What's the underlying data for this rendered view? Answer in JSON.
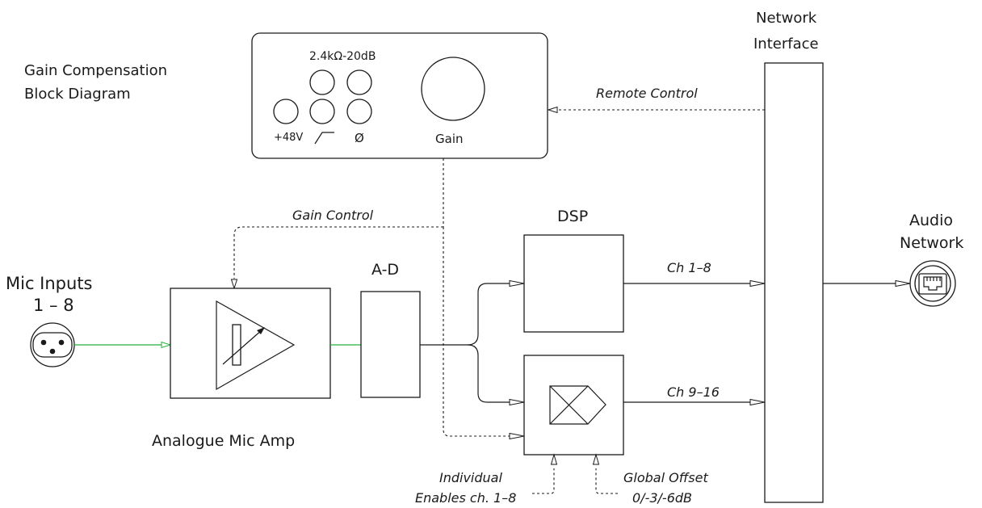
{
  "title": {
    "line1": "Gain  Compensation",
    "line2": "Block Diagram"
  },
  "control_panel": {
    "impedance_label": "2.4kΩ-20dB",
    "phantom_label": "+48V",
    "hpf_label": "⁄‾",
    "phase_label": "Ø",
    "gain_label": "Gain"
  },
  "network_interface": {
    "line1": "Network",
    "line2": "Interface"
  },
  "audio_network": {
    "line1": "Audio",
    "line2": "Network"
  },
  "mic_inputs": {
    "line1": "Mic Inputs",
    "line2": "1 – 8"
  },
  "blocks": {
    "mic_amp": "Analogue Mic Amp",
    "ad": "A-D",
    "dsp": "DSP"
  },
  "signals": {
    "remote_control": "Remote Control",
    "gain_control": "Gain Control",
    "ch_1_8": "Ch 1–8",
    "ch_9_16": "Ch 9–16",
    "individual_line1": "Individual",
    "individual_line2": "Enables ch. 1–8",
    "global_line1": "Global Offset",
    "global_line2": "0/-3/-6dB"
  }
}
